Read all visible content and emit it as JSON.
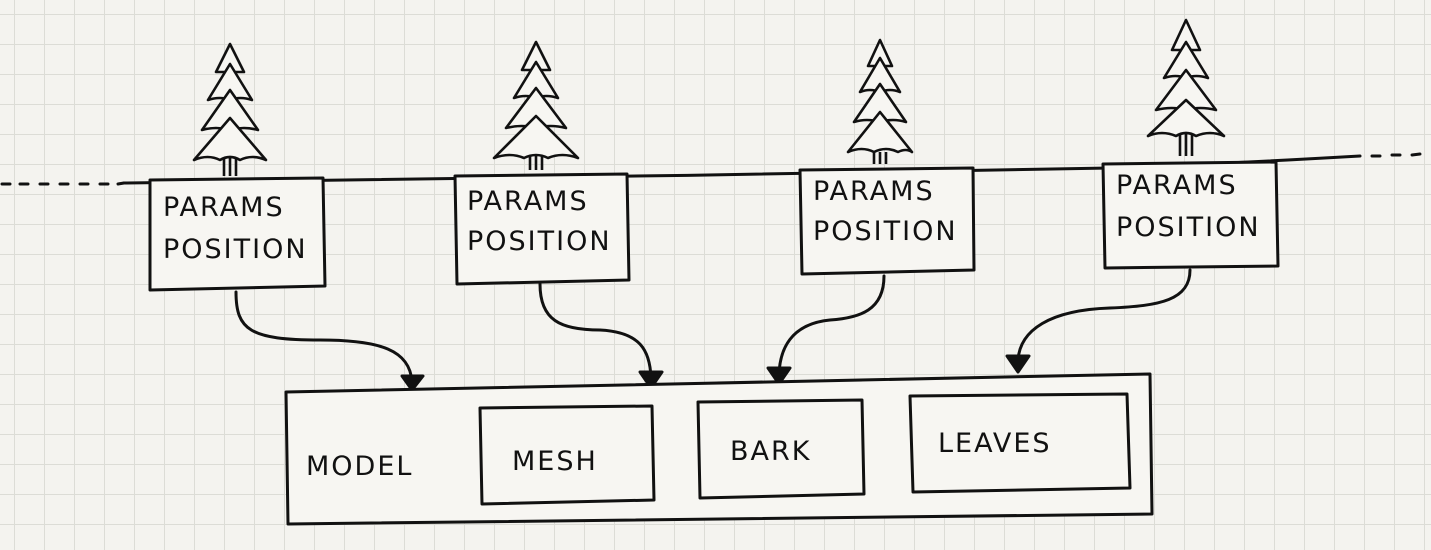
{
  "instances": [
    {
      "params_label": "PARAMS",
      "position_label": "POSITION"
    },
    {
      "params_label": "PARAMS",
      "position_label": "POSITION"
    },
    {
      "params_label": "PARAMS",
      "position_label": "POSITION"
    },
    {
      "params_label": "PARAMS",
      "position_label": "POSITION"
    }
  ],
  "model": {
    "label": "MODEL",
    "parts": [
      {
        "label": "MESH"
      },
      {
        "label": "BARK"
      },
      {
        "label": "LEAVES"
      }
    ]
  },
  "colors": {
    "ink": "#111111",
    "paper": "#f4f3ef",
    "grid": "#dcdcd6"
  }
}
